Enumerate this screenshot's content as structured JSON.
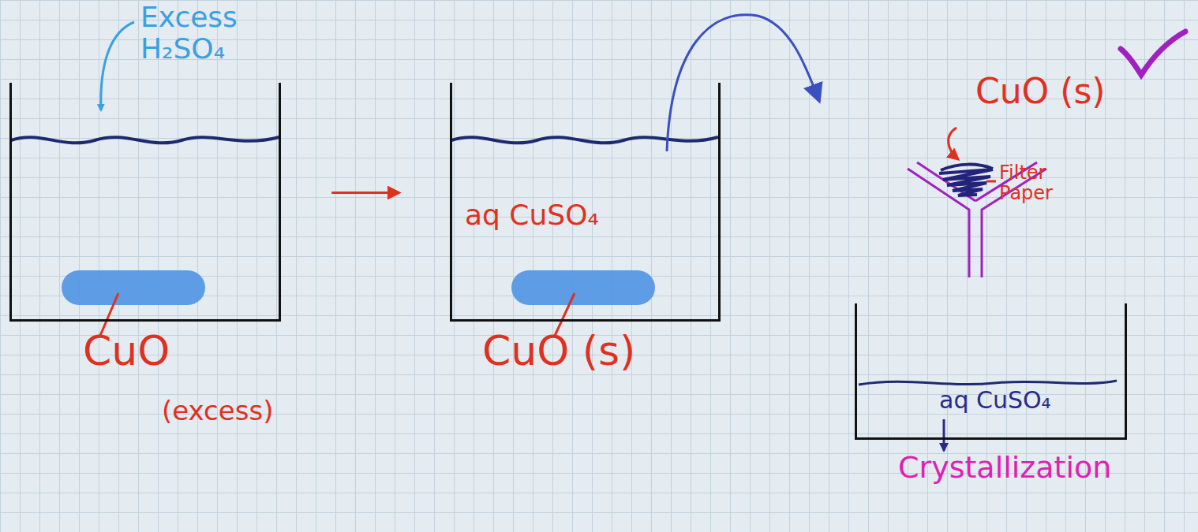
{
  "diagram": {
    "nodes": [
      {
        "text": [
          "CuO",
          "(excess)"
        ]
      },
      {
        "text": [
          "aq CuSO₄",
          "CuO (s)"
        ]
      },
      {
        "text": [
          "aq CuSO₄",
          "Crystallization"
        ]
      }
    ],
    "edges": [
      {
        "from": 0,
        "to": 1,
        "arrow": "to"
      }
    ],
    "labels": [
      "Excess H₂SO₄",
      "CuO (s)",
      "Filter Paper"
    ]
  }
}
